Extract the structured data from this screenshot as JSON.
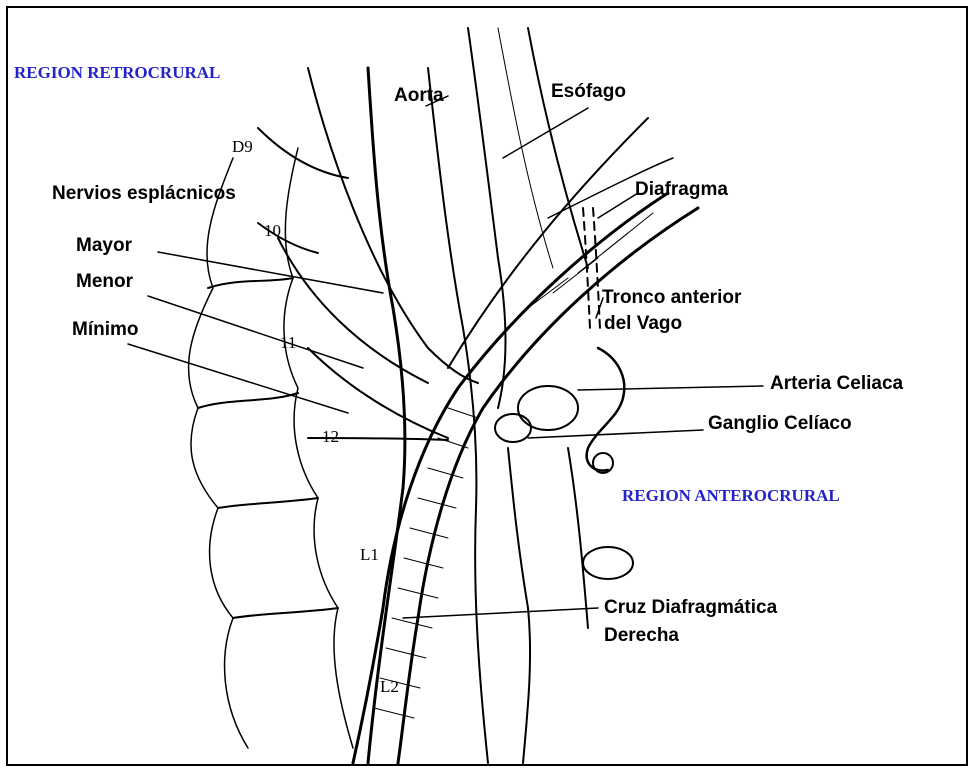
{
  "colors": {
    "region_text": "#2323c8",
    "ink": "#000000",
    "paper": "#ffffff"
  },
  "regions": {
    "retrocrural": "REGION RETROCRURAL",
    "anterocrural": "REGION ANTEROCRURAL"
  },
  "labels": {
    "aorta": "Aorta",
    "esofago": "Esófago",
    "diafragma": "Diafragma",
    "nervios": "Nervios esplácnicos",
    "mayor": "Mayor",
    "menor": "Menor",
    "minimo": "Mínimo",
    "tronco_line1": "Tronco anterior",
    "tronco_line2": "del Vago",
    "arteria_celiaca": "Arteria Celiaca",
    "ganglio": "Ganglio Celíaco",
    "cruz_line1": "Cruz Diafragmática",
    "cruz_line2": "Derecha"
  },
  "vertebra_labels": {
    "d9": "D9",
    "d10": "10",
    "d11": "11",
    "d12": "12",
    "l1": "L1",
    "l2": "L2"
  }
}
